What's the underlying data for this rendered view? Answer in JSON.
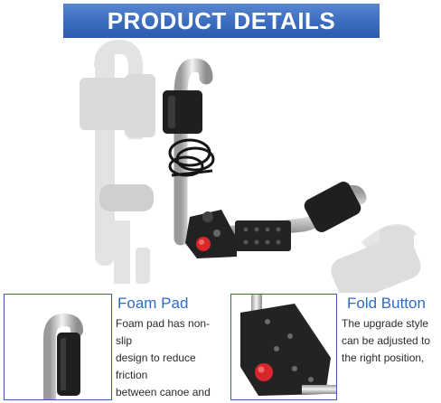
{
  "banner": {
    "title": "PRODUCT DETAILS"
  },
  "features": [
    {
      "title": "Foam Pad",
      "description": "Foam pad has non-slip\ndesign to reduce friction\nbetween canoe and\nJ kayak rack."
    },
    {
      "title": "Fold Button",
      "description": "The upgrade style\ncan be adjusted to\nthe right position,"
    }
  ],
  "colors": {
    "banner": "#3b6cc0",
    "accent_text": "#2e6cc8",
    "panel_border": "#3a5ea8",
    "foam": "#1f1f1f",
    "bar": "#c9c9c9",
    "knob": "#d9262b"
  }
}
